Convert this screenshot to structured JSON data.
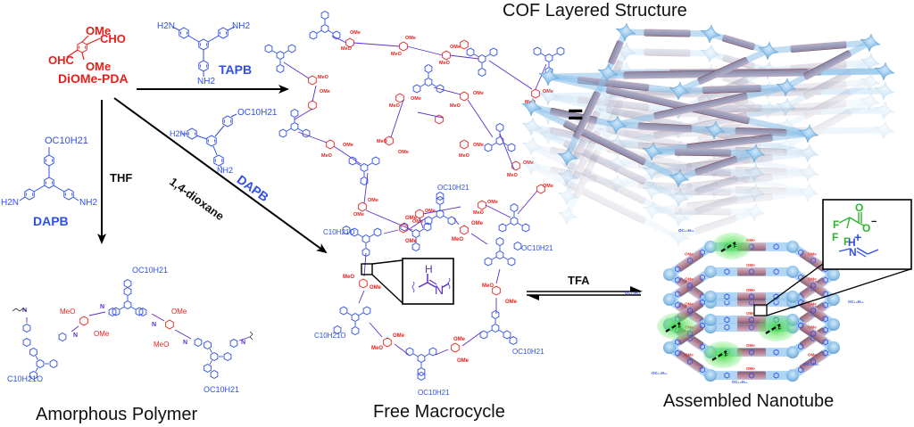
{
  "figure": {
    "titles": {
      "cof": "COF Layered Structure",
      "polymer": "Amorphous Polymer",
      "macrocycle": "Free Macrocycle",
      "nanotube": "Assembled Nanotube"
    },
    "reagents": {
      "dialdehyde": {
        "name": "DiOMe-PDA",
        "substituents": [
          "OMe",
          "CHO",
          "OHC",
          "OMe"
        ]
      },
      "tapb": {
        "name": "TAPB",
        "substituents": [
          "H2N",
          "NH2",
          "NH2"
        ]
      },
      "dapb": {
        "name": "DAPB",
        "substituents": [
          "OC10H21",
          "H2N",
          "NH2"
        ]
      }
    },
    "conditions": {
      "thf": "THF",
      "dioxane": "1,4-dioxane",
      "dapb_arrow": "DAPB",
      "tfa": "TFA"
    },
    "symbols": {
      "equals": "="
    },
    "labels": {
      "ome": "OMe",
      "meo": "MeO",
      "oc10": "OC10H21",
      "c10o": "C10H21O",
      "n": "N",
      "h": "H",
      "f": "F",
      "o": "O",
      "minus": "−",
      "plus": "+"
    },
    "colors": {
      "dialdehyde_red": "#e8201c",
      "amine_blue": "#2f4fe8",
      "imine_purple": "#5a2fd0",
      "tfa_green": "#2db52d",
      "cof_node_blue": "#8ec3ea",
      "cof_link_mauve": "#b0707e",
      "arrow_black": "#000000"
    }
  }
}
